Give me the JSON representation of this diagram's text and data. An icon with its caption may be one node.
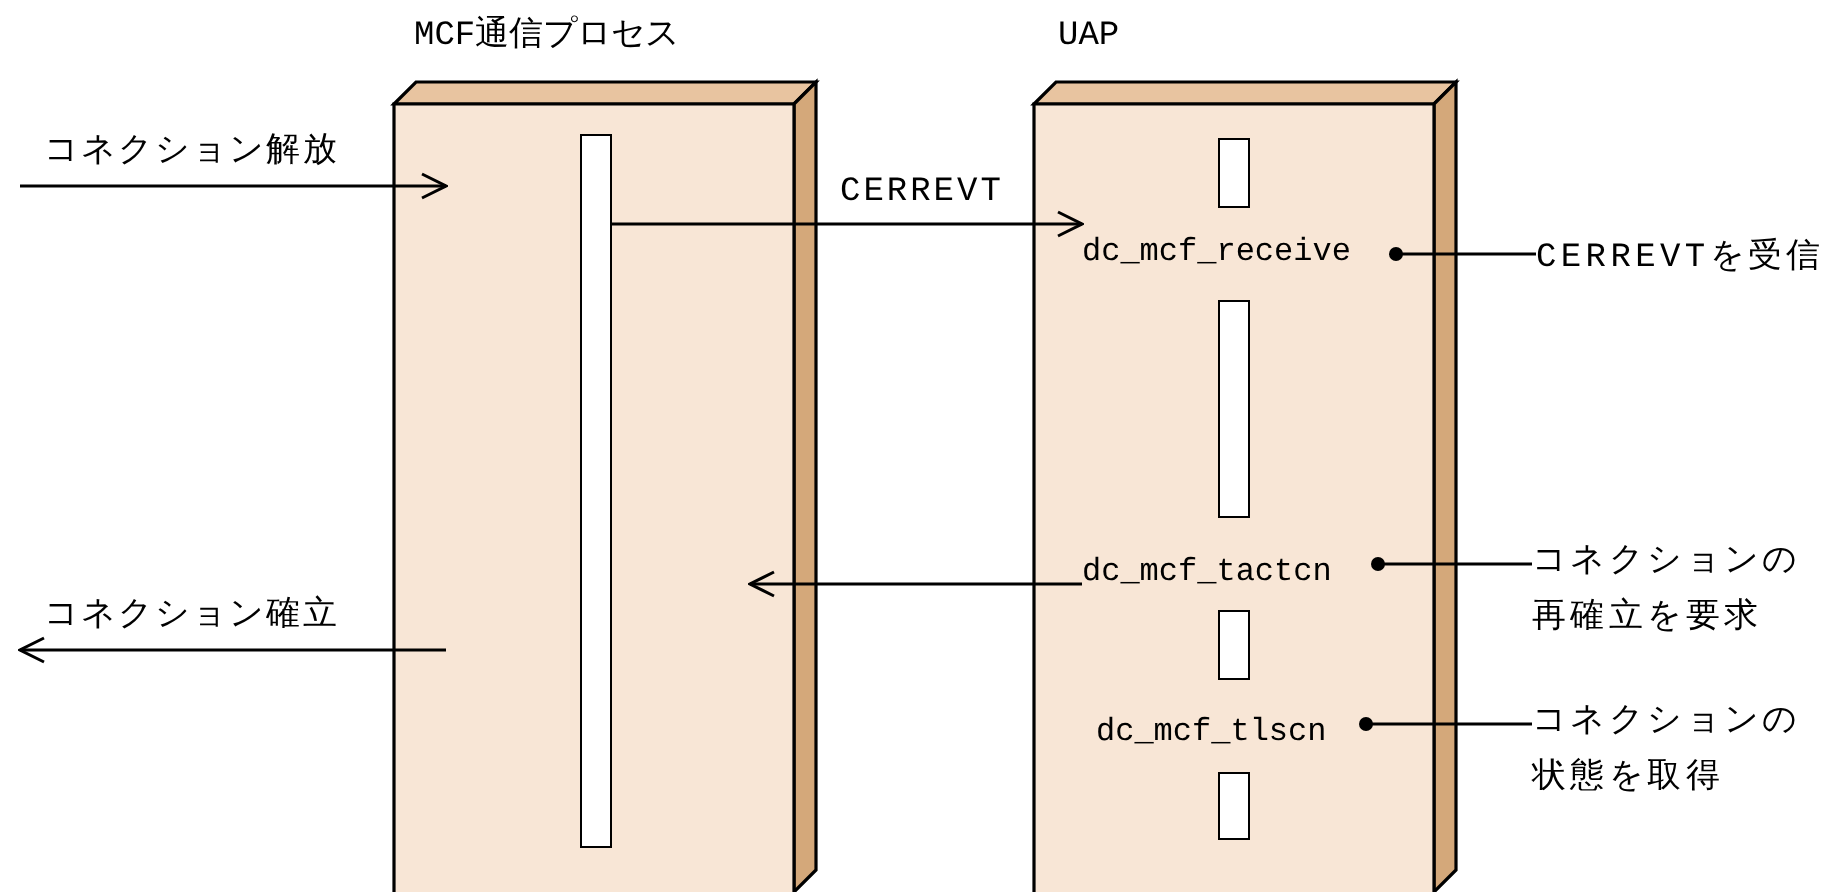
{
  "diagram": {
    "nodes": [
      {
        "text": [
          "MCF通信プロセス"
        ]
      },
      {
        "text": [
          "UAP"
        ]
      },
      {
        "text": [],
        "shape": "bar",
        "in": 0
      },
      {
        "text": [],
        "shape": "bar",
        "in": 1
      },
      {
        "text": [],
        "shape": "bar",
        "in": 1
      },
      {
        "text": [],
        "shape": "bar",
        "in": 1
      },
      {
        "text": [],
        "shape": "bar",
        "in": 1
      },
      {
        "text": [
          "dc_mcf_receive"
        ],
        "in": 1
      },
      {
        "text": [
          "dc_mcf_tactcn"
        ],
        "in": 1
      },
      {
        "text": [
          "dc_mcf_tlscn"
        ],
        "in": 1
      },
      {
        "text": [
          "CERREVTを受信"
        ]
      },
      {
        "text": [
          "コネクションの再確立を要求"
        ]
      },
      {
        "text": [
          "コネクションの状態を取得"
        ]
      }
    ],
    "edges": [
      {
        "from": null,
        "to": 0,
        "arrow": "to",
        "label": "コネクション解放"
      },
      {
        "from": 0,
        "to": null,
        "arrow": "to",
        "label": "コネクション確立"
      },
      {
        "from": 2,
        "to": 7,
        "arrow": "to",
        "label": "CERREVT"
      },
      {
        "from": 8,
        "to": 0,
        "arrow": "to"
      },
      {
        "from": 10,
        "to": 7,
        "arrow": "other"
      },
      {
        "from": 11,
        "to": 8,
        "arrow": "other"
      },
      {
        "from": 12,
        "to": 9,
        "arrow": "other"
      }
    ]
  }
}
